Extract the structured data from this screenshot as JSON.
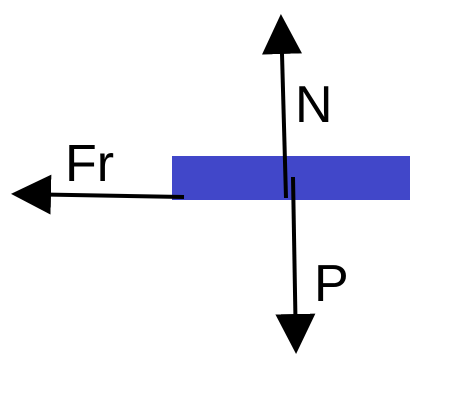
{
  "diagram": {
    "colors": {
      "block": "#4147c9",
      "arrow": "#000000",
      "background": "#ffffff"
    },
    "labels": {
      "normal_force": "N",
      "friction_force": "Fr",
      "weight_force": "P"
    }
  }
}
